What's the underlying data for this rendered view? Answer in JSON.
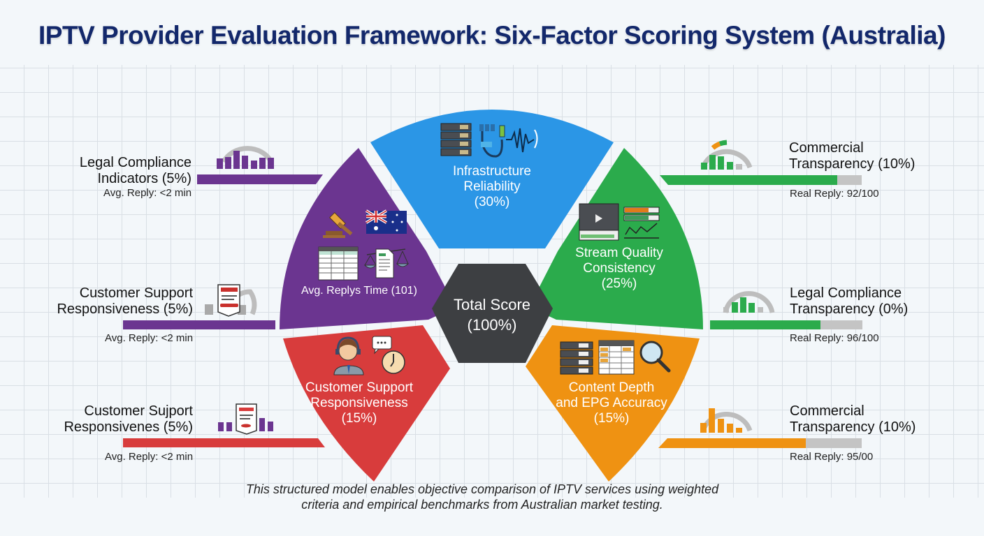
{
  "title": "IPTV Provider Evaluation Framework: Six-Factor Scoring System (Australia)",
  "colors": {
    "title": "#13286b",
    "purple": "#6b3590",
    "blue": "#2b96e6",
    "green": "#2bab4c",
    "red": "#d83c3c",
    "orange": "#ef9212",
    "center": "#3d3f42",
    "gauge_gray": "#bdbdbd"
  },
  "center": {
    "label": "Total Score",
    "value": "(100%)"
  },
  "segments": [
    {
      "id": "infrastructure",
      "line1": "Infrastructure",
      "line2": "Reliability",
      "weight": "(30%)",
      "icons": [
        "server-rack-icon",
        "cables-icon",
        "signal-wave-icon"
      ]
    },
    {
      "id": "stream",
      "line1": "Stream Quality",
      "line2": "Consistency",
      "weight": "(25%)",
      "icons": [
        "video-player-icon",
        "progress-bars-icon",
        "line-chart-icon"
      ]
    },
    {
      "id": "content",
      "line1": "Content Depth",
      "line2": "and EPG Accuracy",
      "weight": "(15%)",
      "icons": [
        "server-stack-icon",
        "epg-grid-icon",
        "magnifier-icon"
      ]
    },
    {
      "id": "support",
      "line1": "Customer Support",
      "line2": "Responsiveness",
      "weight": "(15%)",
      "icons": [
        "agent-headset-icon",
        "chat-bubble-icon",
        "clock-icon"
      ]
    },
    {
      "id": "legal",
      "line1": "Avg. Replys Time (101)",
      "icons": [
        "gavel-icon",
        "australia-flag-icon",
        "table-icon",
        "scales-document-icon"
      ]
    }
  ],
  "left_items": [
    {
      "line1": "Legal Compliance",
      "line2": "Indicators (5%)",
      "sub": "Avg. Reply: <2 min"
    },
    {
      "line1": "Customer Support",
      "line2": "Responsiveness (5%)",
      "sub": "Avg. Reply: <2 min"
    },
    {
      "line1": "Customer Sujport",
      "line2": "Responsivenes (5%)",
      "sub": "Avg. Reply: <2 min"
    }
  ],
  "right_items": [
    {
      "line1": "Commercial",
      "line2": "Transparency (10%)",
      "sub": "Real Reply: 92/100"
    },
    {
      "line1": "Legal Compliance",
      "line2": "Transparency (0%)",
      "sub": "Real Reply: 96/100"
    },
    {
      "line1": "Commercial",
      "line2": "Transparency (10%)",
      "sub": "Real Reply: 95/00"
    }
  ],
  "caption": {
    "line1": "This structured model enables objective comparison of IPTV services using weighted",
    "line2": "criteria and empirical benchmarks from Australian market testing."
  }
}
